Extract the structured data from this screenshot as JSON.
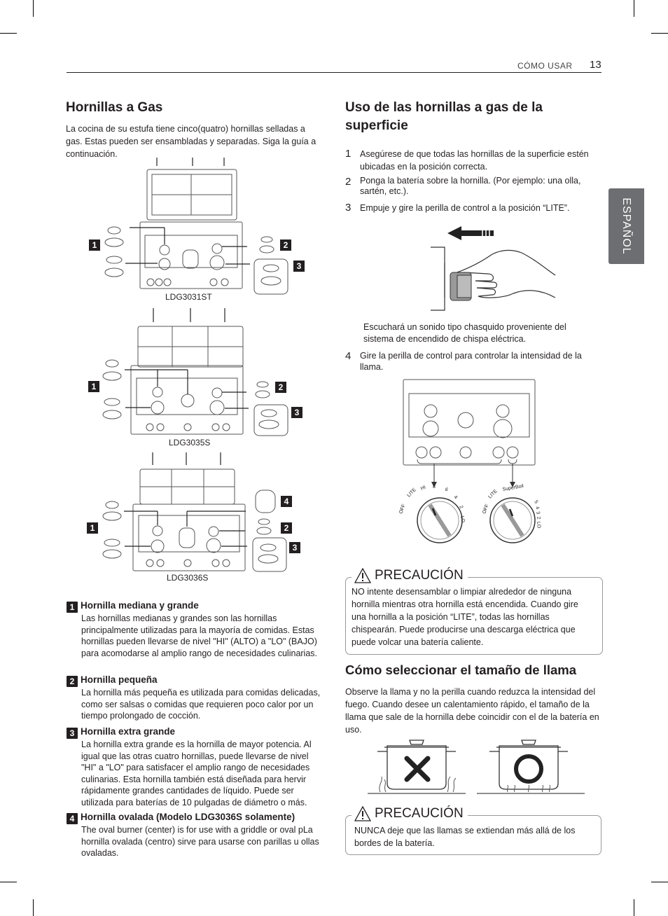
{
  "header": {
    "section": "CÓMO USAR",
    "page_number": "13"
  },
  "side_tab": "ESPAÑOL",
  "left": {
    "title": "Hornillas a Gas",
    "intro": "La cocina de su estufa tiene cinco(quatro) hornillas selladas a gas. Estas pueden ser ensambladas y separadas. Siga la guía a continuación.",
    "models": [
      "LDG3031ST",
      "LDG3035S",
      "LDG3036S"
    ],
    "callouts": [
      "1",
      "2",
      "3",
      "4"
    ],
    "items": [
      {
        "num": "1",
        "title": "Hornilla mediana y grande",
        "text": "Las hornillas medianas y grandes son las hornillas principalmente utilizadas para la mayoría de comidas. Estas hornillas pueden llevarse de nivel \"HI\" (ALTO) a \"LO\" (BAJO) para acomodarse al amplio rango de necesidades culinarias."
      },
      {
        "num": "2",
        "title": "Hornilla pequeña",
        "text": "La hornilla más pequeña es utilizada para comidas delicadas, como ser salsas o comidas que requieren poco calor por un tiempo prolongado de cocción."
      },
      {
        "num": "3",
        "title": "Hornilla extra grande",
        "text": "La hornilla extra grande es la hornilla de mayor potencia. Al igual que las otras cuatro hornillas, puede llevarse de nivel \"HI\" a \"LO\" para satisfacer el amplio rango de necesidades culinarias. Esta hornilla también está diseñada para hervir rápidamente grandes cantidades de líquido. Puede ser utilizada para baterías de 10 pulgadas de diámetro o más."
      },
      {
        "num": "4",
        "title": "Hornilla ovalada (Modelo LDG3036S solamente)",
        "text": "The oval burner (center) is for use with a griddle or oval pLa hornilla ovalada (centro) sirve para usarse con parillas u ollas ovaladas."
      }
    ]
  },
  "right": {
    "title": "Uso de las hornillas a gas de la superficie",
    "steps": [
      {
        "num": "1",
        "text": "Asegúrese de que todas las hornillas de la superficie estén ubicadas en la posición correcta."
      },
      {
        "num": "2",
        "text": "Ponga la batería sobre la hornilla. (Por ejemplo: una olla, sartén, etc.)."
      },
      {
        "num": "3",
        "text": "Empuje y gire la perilla de control a la posición “LITE”."
      }
    ],
    "click_note": "Escuchará un sonido tipo chasquido proveniente del sistema de encendido de chispa eléctrica.",
    "step4": {
      "num": "4",
      "text": "Gire la perilla de control para controlar la intensidad de la llama."
    },
    "knob_left_labels": [
      "OFF",
      "LITE",
      "HI",
      "8",
      "6",
      "4",
      "2",
      "LO"
    ],
    "knob_right_labels": [
      "OFF",
      "LITE",
      "SuperBoil",
      "5",
      "4",
      "3",
      "2",
      "LO"
    ],
    "caution1": {
      "title": "PRECAUCIÓN",
      "text": "NO intente desensamblar o limpiar alrededor de ninguna hornilla mientras otra hornilla está encendida. Cuando gire una hornilla a la posición “LITE”, todas las hornillas chispearán. Puede producirse una descarga eléctrica que puede volcar una batería caliente."
    },
    "flame_title": "Cómo seleccionar el tamaño de llama",
    "flame_text": "Observe la llama y no la perilla cuando reduzca la intensidad del fuego. Cuando desee un calentamiento rápido, el tamaño de la llama que sale de la hornilla debe coincidir con el de la batería en uso.",
    "caution2": {
      "title": "PRECAUCIÓN",
      "text": "NUNCA deje que las llamas se extiendan más allá de los bordes de la batería."
    }
  }
}
